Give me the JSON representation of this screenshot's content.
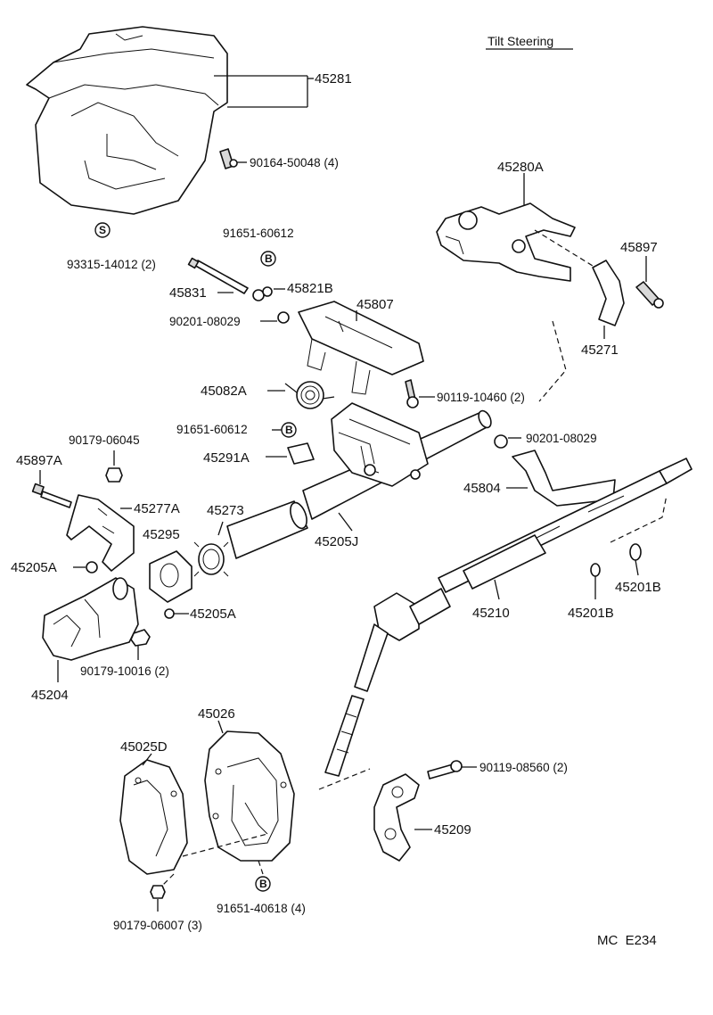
{
  "title": "Tilt Steering",
  "footer_code": "MC  E234",
  "parts": {
    "p45281": "45281",
    "p90164": "90164-50048 (4)",
    "p93315": "93315-14012 (2)",
    "p91651a": "91651-60612",
    "p45831": "45831",
    "p45821b": "45821B",
    "p90201a": "90201-08029",
    "p45807": "45807",
    "p45280a": "45280A",
    "p45897": "45897",
    "p45271": "45271",
    "p45082a": "45082A",
    "p90119a": "90119-10460 (2)",
    "p91651b": "91651-60612",
    "p90201b": "90201-08029",
    "p90179a": "90179-06045",
    "p45897a": "45897A",
    "p45291a": "45291A",
    "p45804": "45804",
    "p45277a": "45277A",
    "p45273": "45273",
    "p45295": "45295",
    "p45205j": "45205J",
    "p45205a1": "45205A",
    "p45205a2": "45205A",
    "p45201b1": "45201B",
    "p45201b2": "45201B",
    "p45210": "45210",
    "p90179b": "90179-10016 (2)",
    "p45204": "45204",
    "p45026": "45026",
    "p45025d": "45025D",
    "p90119b": "90119-08560 (2)",
    "p45209": "45209",
    "p91651c": "91651-40618 (4)",
    "p90179c": "90179-06007 (3)"
  },
  "badges": {
    "s": "S",
    "b1": "B",
    "b2": "B",
    "b3": "B"
  }
}
